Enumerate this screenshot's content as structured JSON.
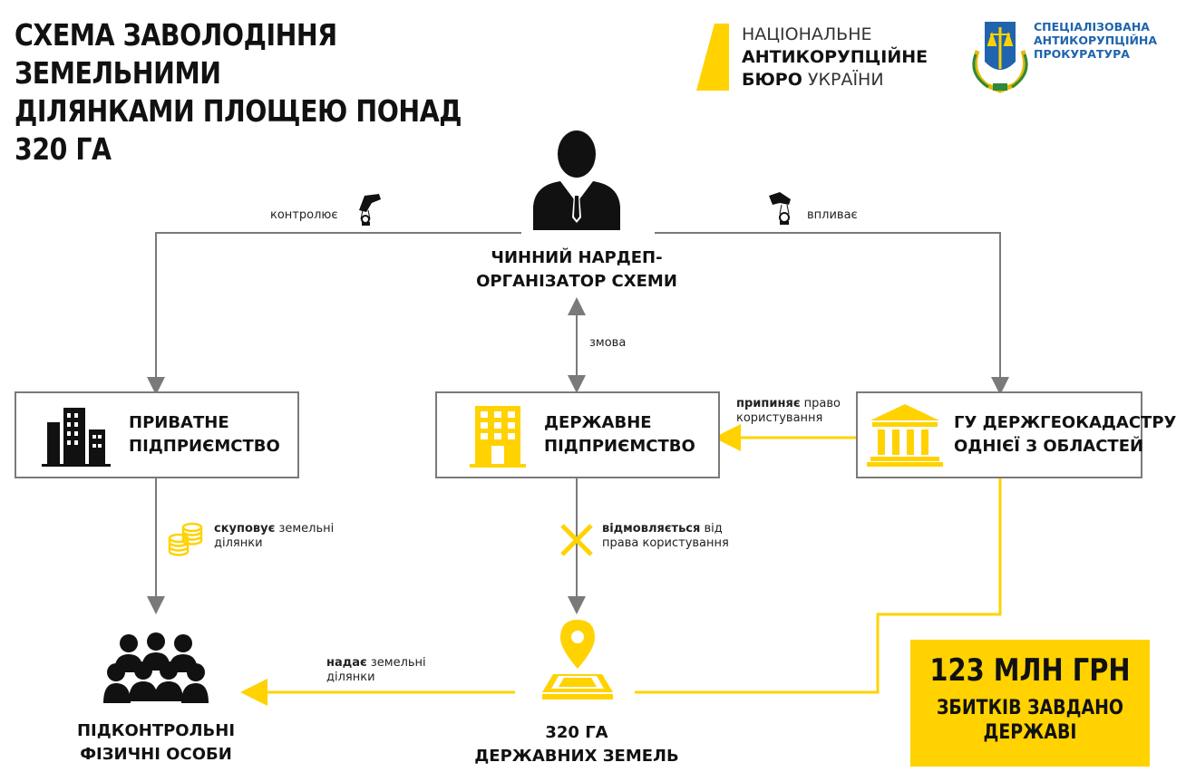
{
  "title": {
    "line1": "СХЕМА ЗАВОЛОДІННЯ ЗЕМЕЛЬНИМИ",
    "line2": "ДІЛЯНКАМИ ПЛОЩЕЮ ПОНАД 320 ГА"
  },
  "logos": {
    "nabu": {
      "line1": "НАЦІОНАЛЬНЕ",
      "line2": "АНТИКОРУПЦІЙНЕ",
      "line3_bold": "БЮРО",
      "line3_light": "УКРАЇНИ",
      "color": "#ffd200"
    },
    "sap": {
      "line1": "СПЕЦІАЛІЗОВАНА",
      "line2": "АНТИКОРУПЦІЙНА",
      "line3": "ПРОКУРАТУРА",
      "color": "#1f64ad"
    }
  },
  "nodes": {
    "organizer": {
      "line1": "ЧИННИЙ НАРДЕП-",
      "line2": "ОРГАНІЗАТОР СХЕМИ",
      "icon": "businessman-icon"
    },
    "private_company": {
      "line1": "ПРИВАТНЕ",
      "line2": "ПІДПРИЄМСТВО",
      "icon": "skyscraper-icon"
    },
    "state_company": {
      "line1": "ДЕРЖАВНЕ",
      "line2": "ПІДПРИЄМСТВО",
      "icon": "office-building-icon"
    },
    "geocadastre": {
      "line1": "ГУ ДЕРЖГЕОКАДАСТРУ",
      "line2": "ОДНІЄЇ З ОБЛАСТЕЙ",
      "icon": "government-building-icon"
    },
    "persons": {
      "line1": "ПІДКОНТРОЛЬНІ",
      "line2": "ФІЗИЧНІ ОСОБИ",
      "icon": "group-of-people-icon"
    },
    "land": {
      "line1": "320 ГА",
      "line2": "ДЕРЖАВНИХ ЗЕМЕЛЬ",
      "icon": "map-pin-land-icon"
    }
  },
  "edges": {
    "controls": "контролює",
    "influences": "впливає",
    "collusion": "змова",
    "terminates_bold": "припиняє",
    "terminates_rest1": "право",
    "terminates_rest2": "користування",
    "buys_bold": "скуповує",
    "buys_rest1": "земельні",
    "buys_rest2": "ділянки",
    "refuses_bold": "відмовляється",
    "refuses_rest1": "від",
    "refuses_rest2": "права користування",
    "provides_bold": "надає",
    "provides_rest1": "земельні",
    "provides_rest2": "ділянки"
  },
  "damage": {
    "amount": "123 МЛН ГРН",
    "line1": "ЗБИТКІВ ЗАВДАНО",
    "line2": "ДЕРЖАВІ"
  },
  "colors": {
    "accent": "#ffd200",
    "line_gray": "#7a7a7a",
    "text": "#111111"
  }
}
